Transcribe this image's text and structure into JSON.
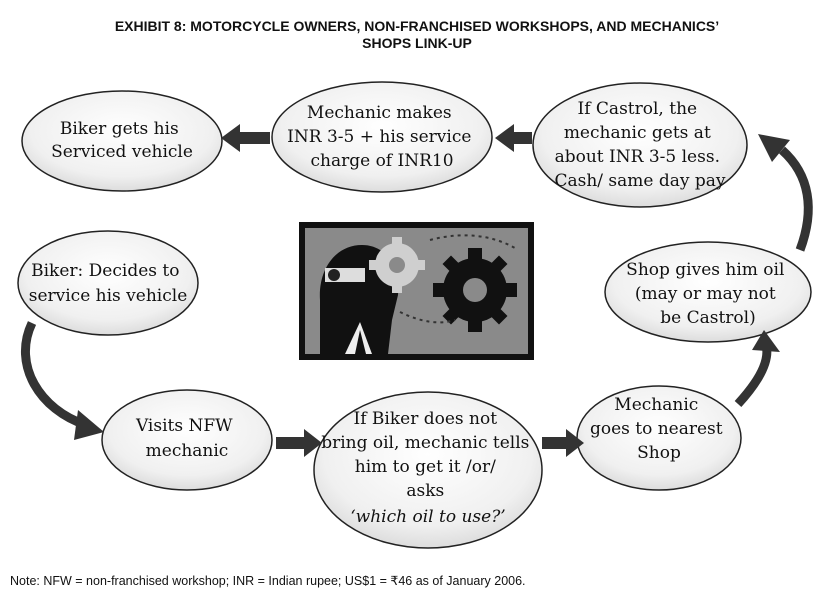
{
  "title": {
    "line1": "EXHIBIT 8: MOTORCYCLE OWNERS, NON-FRANCHISED WORKSHOPS, AND MECHANICS’",
    "line2": "SHOPS LINK-UP"
  },
  "nodes": {
    "biker_serviced": [
      "Biker gets his",
      "Serviced vehicle"
    ],
    "mechanic_makes": [
      "Mechanic makes",
      "INR 3-5 + his service",
      "charge of INR10"
    ],
    "if_castrol": [
      "If Castrol, the",
      "mechanic gets at",
      "about INR 3-5 less.",
      "Cash/ same day pay"
    ],
    "biker_decides": [
      "Biker: Decides to",
      "service his vehicle"
    ],
    "shop_gives": [
      "Shop gives him oil",
      "(may or may not",
      "be Castrol)"
    ],
    "visits_nfw": [
      "Visits NFW",
      "mechanic"
    ],
    "if_biker": [
      "If Biker does not",
      "bring oil, mechanic tells",
      "him to get it /or/",
      "asks",
      "‘which oil to use?’"
    ],
    "mechanic_shop": [
      "Mechanic",
      "goes to nearest",
      "Shop"
    ]
  },
  "center_image": {
    "icon": "businessman-gears-icon"
  },
  "note": "Note: NFW = non-franchised workshop; INR = Indian rupee; US$1 = ₹46 as of January 2006."
}
